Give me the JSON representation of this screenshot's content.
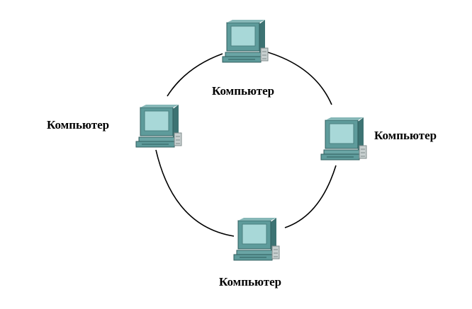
{
  "diagram": {
    "type": "ring-topology",
    "link_color": "#000000",
    "icon": "desktop-computer-icon",
    "colors": {
      "monitor": "#5e9b9b",
      "monitor_dark": "#3d7373",
      "screen": "#a8d8d8",
      "case_side": "#c8d0d0"
    },
    "nodes": [
      {
        "id": "top",
        "label": "Компьютер"
      },
      {
        "id": "right",
        "label": "Компьютер"
      },
      {
        "id": "bottom",
        "label": "Компьютер"
      },
      {
        "id": "left",
        "label": "Компьютер"
      }
    ]
  }
}
